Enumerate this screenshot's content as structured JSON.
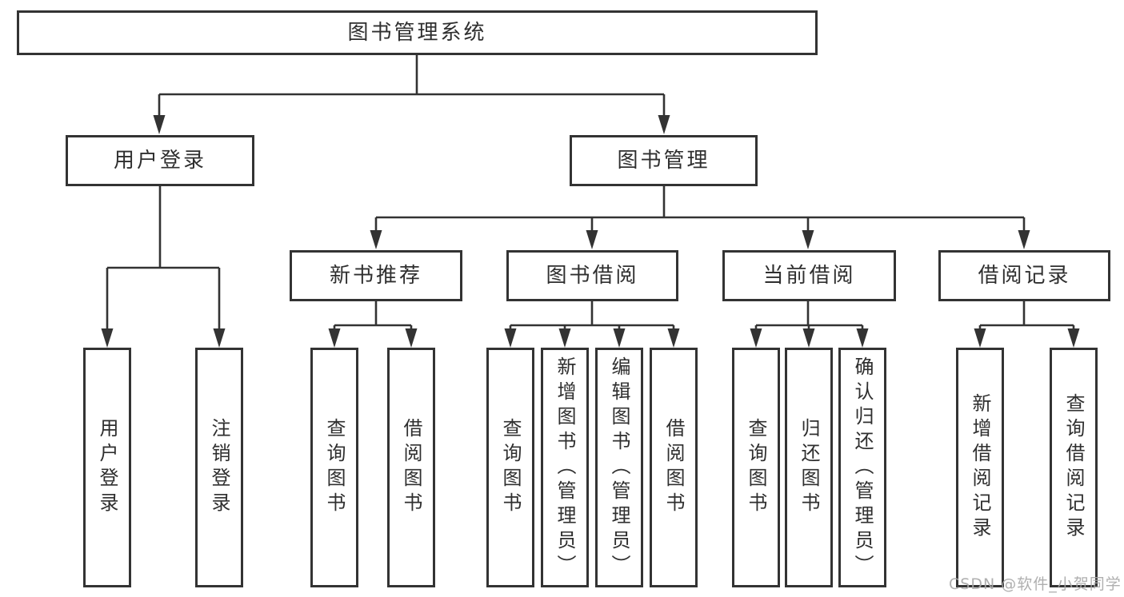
{
  "diagram": {
    "nodes": {
      "root": "图书管理系统",
      "user_login": "用户登录",
      "book_mgmt": "图书管理",
      "new_book": "新书推荐",
      "book_borrow": "图书借阅",
      "current_borrow": "当前借阅",
      "borrow_records": "借阅记录",
      "leaf_user_login": "用户登录",
      "leaf_logout": "注销登录",
      "nb_query": "查询图书",
      "nb_borrow": "借阅图书",
      "bb_query": "查询图书",
      "bb_add": "新增图书（管理员）",
      "bb_edit": "编辑图书（管理员）",
      "bb_borrow": "借阅图书",
      "cb_query": "查询图书",
      "cb_return": "归还图书",
      "cb_confirm": "确认归还（管理员）",
      "br_add": "新增借阅记录",
      "br_query": "查询借阅记录"
    },
    "structure": {
      "图书管理系统": {
        "用户登录": [
          "用户登录",
          "注销登录"
        ],
        "图书管理": {
          "新书推荐": [
            "查询图书",
            "借阅图书"
          ],
          "图书借阅": [
            "查询图书",
            "新增图书（管理员）",
            "编辑图书（管理员）",
            "借阅图书"
          ],
          "当前借阅": [
            "查询图书",
            "归还图书",
            "确认归还（管理员）"
          ],
          "借阅记录": [
            "新增借阅记录",
            "查询借阅记录"
          ]
        }
      }
    }
  },
  "watermark": "CSDN @软件_小贺同学",
  "colors": {
    "line": "#333333",
    "box_border": "#333333",
    "text": "#2f2f2f",
    "background": "#ffffff",
    "watermark": "#a8a8a8"
  }
}
